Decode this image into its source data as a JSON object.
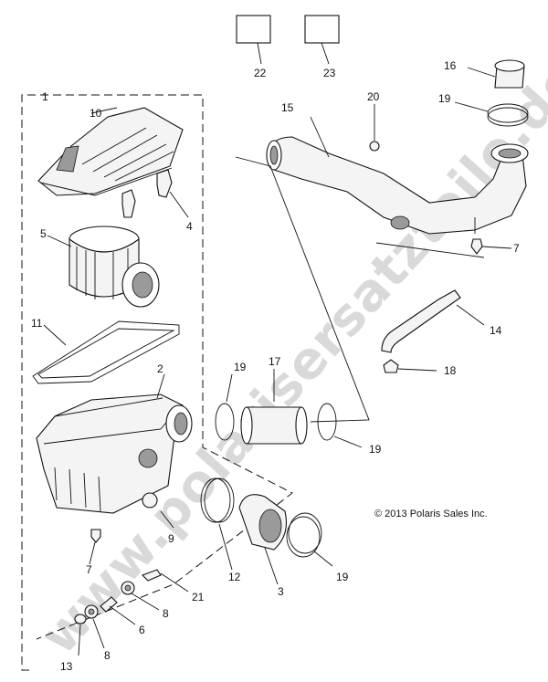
{
  "copyright": "© 2013 Polaris Sales Inc.",
  "watermark": "www.polarisersatzteile.de",
  "callouts": {
    "c1": "1",
    "c2": "2",
    "c3": "3",
    "c4": "4",
    "c5": "5",
    "c6": "6",
    "c7a": "7",
    "c7b": "7",
    "c8a": "8",
    "c8b": "8",
    "c9": "9",
    "c10": "10",
    "c11": "11",
    "c12": "12",
    "c13": "13",
    "c14": "14",
    "c15": "15",
    "c16": "16",
    "c17": "17",
    "c18": "18",
    "c19a": "19",
    "c19b": "19",
    "c19c": "19",
    "c19d": "19",
    "c20": "20",
    "c21": "21",
    "c22": "22",
    "c23": "23"
  }
}
